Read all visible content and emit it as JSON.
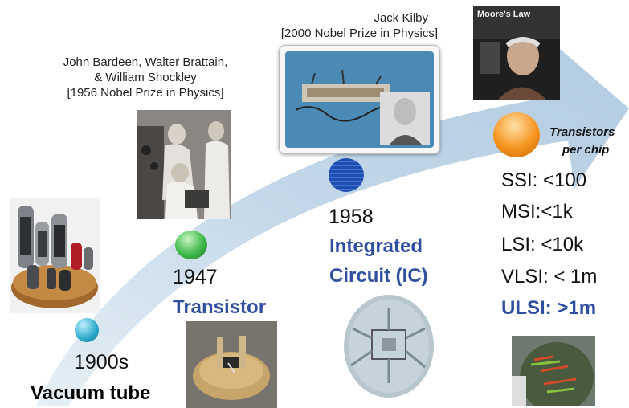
{
  "people": {
    "bardeen_line1": "John Bardeen, Walter Brattain,",
    "bardeen_line2": "& William Shockley",
    "bardeen_line3": "[1956 Nobel Prize in Physics]",
    "kilby_line1": "Jack Kilby",
    "kilby_line2": "[2000 Nobel Prize in Physics]"
  },
  "milestones": [
    {
      "year": "1900s",
      "name": "Vacuum tube",
      "color": "#2aa8c8"
    },
    {
      "year": "1947",
      "name": "Transistor",
      "color": "#3fb84a"
    },
    {
      "year": "1958",
      "name_line1": "Integrated",
      "name_line2": "Circuit (IC)",
      "color": "#1f4db0"
    }
  ],
  "transistors": {
    "heading_line1": "Transistors",
    "heading_line2": "per chip",
    "orb_color": "#f5941e",
    "scales": [
      "SSI: <100",
      "MSI:<1k",
      "LSI: <10k",
      "VLSI: < 1m",
      "ULSI: >1m"
    ]
  },
  "moore_photo_label": "Moore's Law",
  "colors": {
    "arrow": "#c9dbea",
    "accent_blue": "#2f4fa0"
  }
}
